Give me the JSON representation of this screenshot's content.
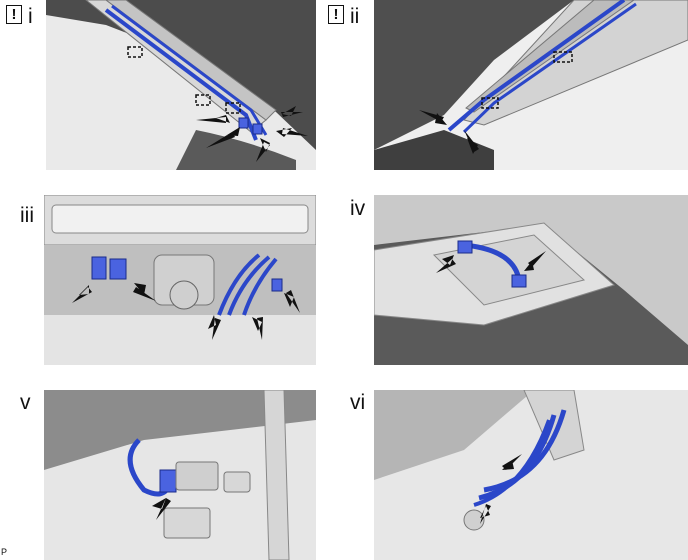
{
  "panels": [
    {
      "label": "i",
      "warning": "!"
    },
    {
      "label": "ii",
      "warning": "!"
    },
    {
      "label": "iii"
    },
    {
      "label": "iv"
    },
    {
      "label": "v"
    },
    {
      "label": "vi"
    }
  ],
  "illustration_code": "P",
  "colors": {
    "harness": "#2b47c9",
    "clip": "#4a63e0",
    "arrow": "#111111",
    "headliner": "#4f4f4f",
    "body": "#e6e6e6"
  }
}
